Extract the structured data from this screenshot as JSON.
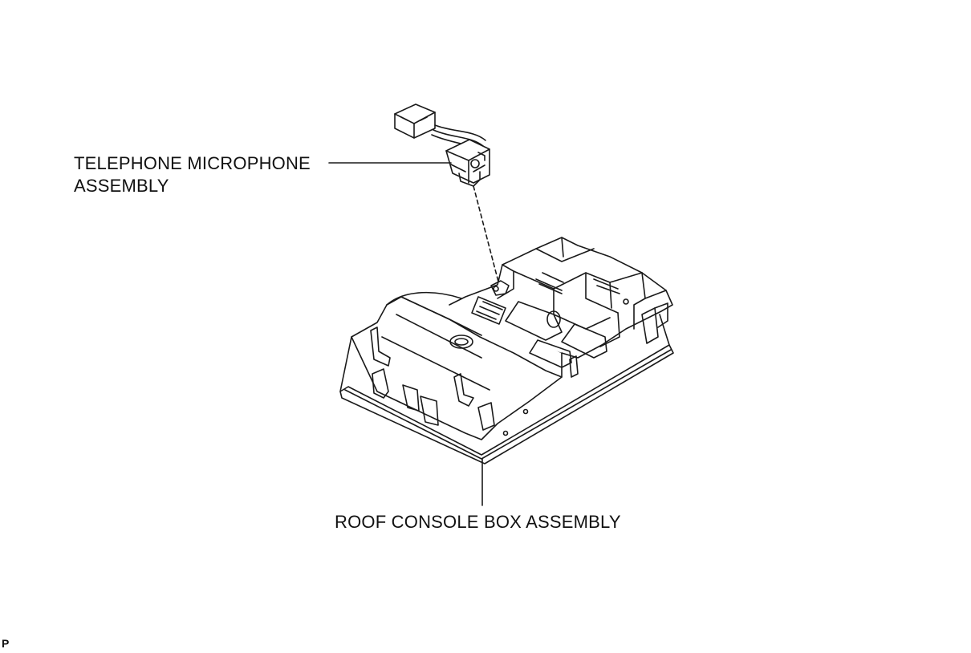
{
  "labels": {
    "microphone_line1": "TELEPHONE MICROPHONE",
    "microphone_line2": "ASSEMBLY",
    "console": "ROOF CONSOLE BOX ASSEMBLY"
  },
  "corner_code": "P"
}
